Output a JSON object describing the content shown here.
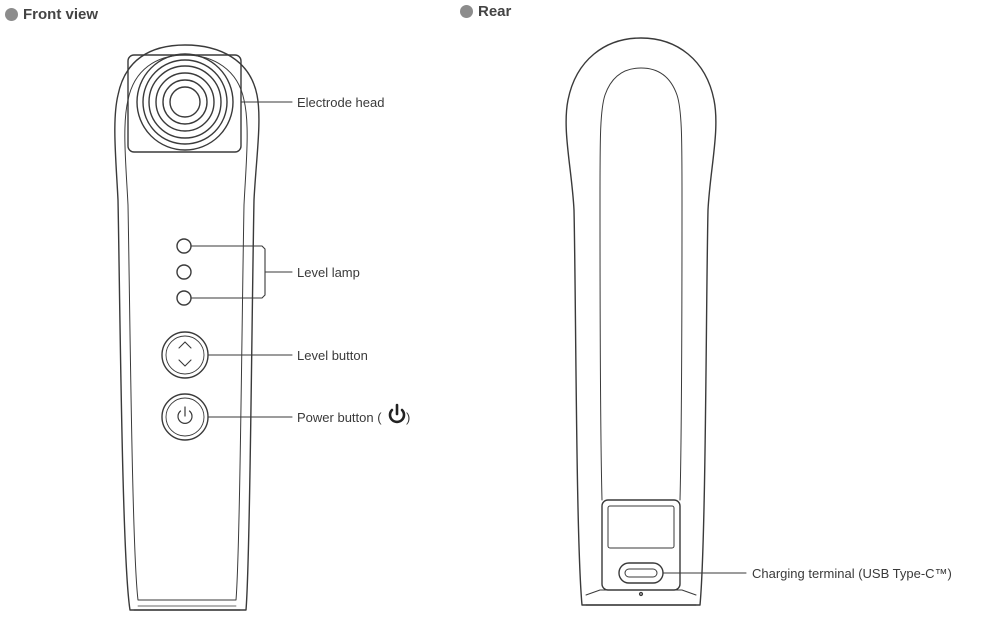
{
  "sections": {
    "front": "Front view",
    "rear": "Rear"
  },
  "labels": {
    "electrode_head": "Electrode head",
    "level_lamp": "Level lamp",
    "level_button": "Level button",
    "power_button": "Power button (",
    "power_button_close": ")",
    "charging_terminal": "Charging terminal (USB Type-C™)"
  },
  "icons": [
    "power-icon",
    "chevron-up-icon",
    "chevron-down-icon",
    "usb-c-port-icon"
  ],
  "colors": {
    "line": "#3a3a3a",
    "dot": "#8c8c8c"
  }
}
